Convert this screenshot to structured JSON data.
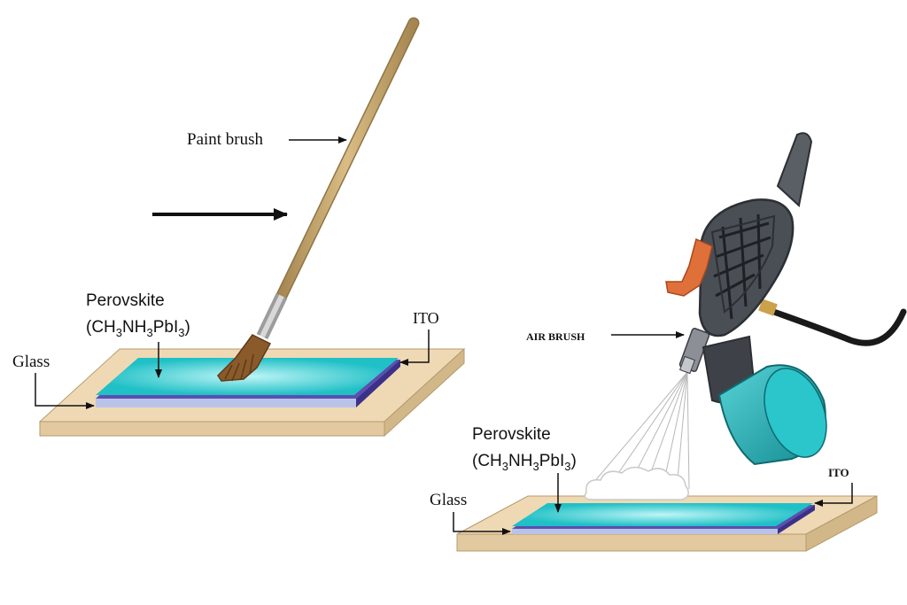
{
  "left_panel": {
    "paint_brush_label": "Paint brush",
    "perovskite_label": "Perovskite",
    "formula": {
      "open": "(CH",
      "s1": "3",
      "nh": "NH",
      "s2": "3",
      "pb": "PbI",
      "s3": "3",
      "close": ")"
    },
    "ito_label": "ITO",
    "glass_label": "Glass"
  },
  "right_panel": {
    "air_brush_label": "AIR BRUSH",
    "perovskite_label": "Perovskite",
    "formula": {
      "open": "(CH",
      "s1": "3",
      "nh": "NH",
      "s2": "3",
      "pb": "PbI",
      "s3": "3",
      "close": ")"
    },
    "ito_label": "ITO",
    "glass_label": "Glass"
  },
  "colors": {
    "substrate": "#efd9b4",
    "perovskite": "#1fc0c6",
    "ito": "#5b4fb0",
    "brush_handle": "#c8a96e",
    "airbrush_body": "#4a4e55",
    "trigger": "#e0703a",
    "canister": "#20b2b9"
  }
}
